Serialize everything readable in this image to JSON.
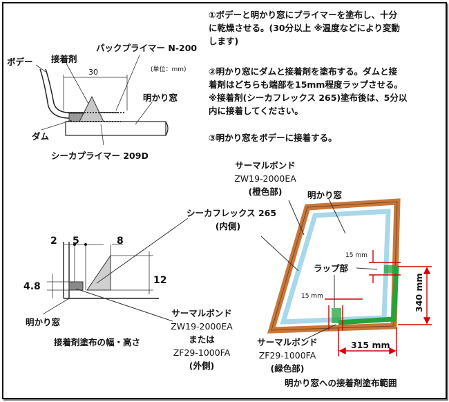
{
  "instructions": {
    "step1": [
      "①ボデーと明かり窓にプライマーを塗布し、十分",
      "に乾燥させる。(30分以上 ※温度などにより変動",
      "します)"
    ],
    "step2": [
      "②明かり窓にダムと接着剤を塗布する。ダムと接",
      "着剤はどちらも端部を15mm程度ラップさせる。",
      "※接着剤(シーカフレックス 265)塗布後は、5分以",
      "内に接着してください。"
    ],
    "step3": [
      "③明かり窓をボデーに接着する。"
    ]
  },
  "cross_section": {
    "pack_primer": "パックプライマー N-200",
    "adhesive": "接着剤",
    "body": "ボデー",
    "unit": "(単位：mm)",
    "dim_30": "30",
    "window": "明かり窓",
    "dam": "ダム",
    "sika_primer": "シーカプライマー 209D"
  },
  "profile": {
    "dim_2": "2",
    "dim_5": "5",
    "dim_8": "8",
    "dim_4_8": "4.8",
    "dim_12": "12",
    "window": "明かり窓",
    "caption": "接着剤塗布の幅・高さ"
  },
  "labels": {
    "sikaflex": "シーカフレックス 265",
    "sikaflex_inner": "(内側)",
    "thermal_bond": "サーマルボンド",
    "zw19": "ZW19-2000EA",
    "or": "または",
    "zf29": "ZF29-1000FA",
    "outer_side": "(外側)",
    "orange_part": "(橙色部)",
    "window": "明かり窓",
    "dim_15mm": "15 mm",
    "lap": "ラップ部",
    "dim_340mm": "340 mm",
    "dim_315mm": "315 mm",
    "green_part": "(緑色部)",
    "application_range": "明かり窓への接着剤塗布範囲"
  },
  "colors": {
    "orange_frame": "#c8773a",
    "window_blue": "#a8d8ea",
    "green_bond": "#23a33b",
    "dimension_red": "#d00000"
  }
}
